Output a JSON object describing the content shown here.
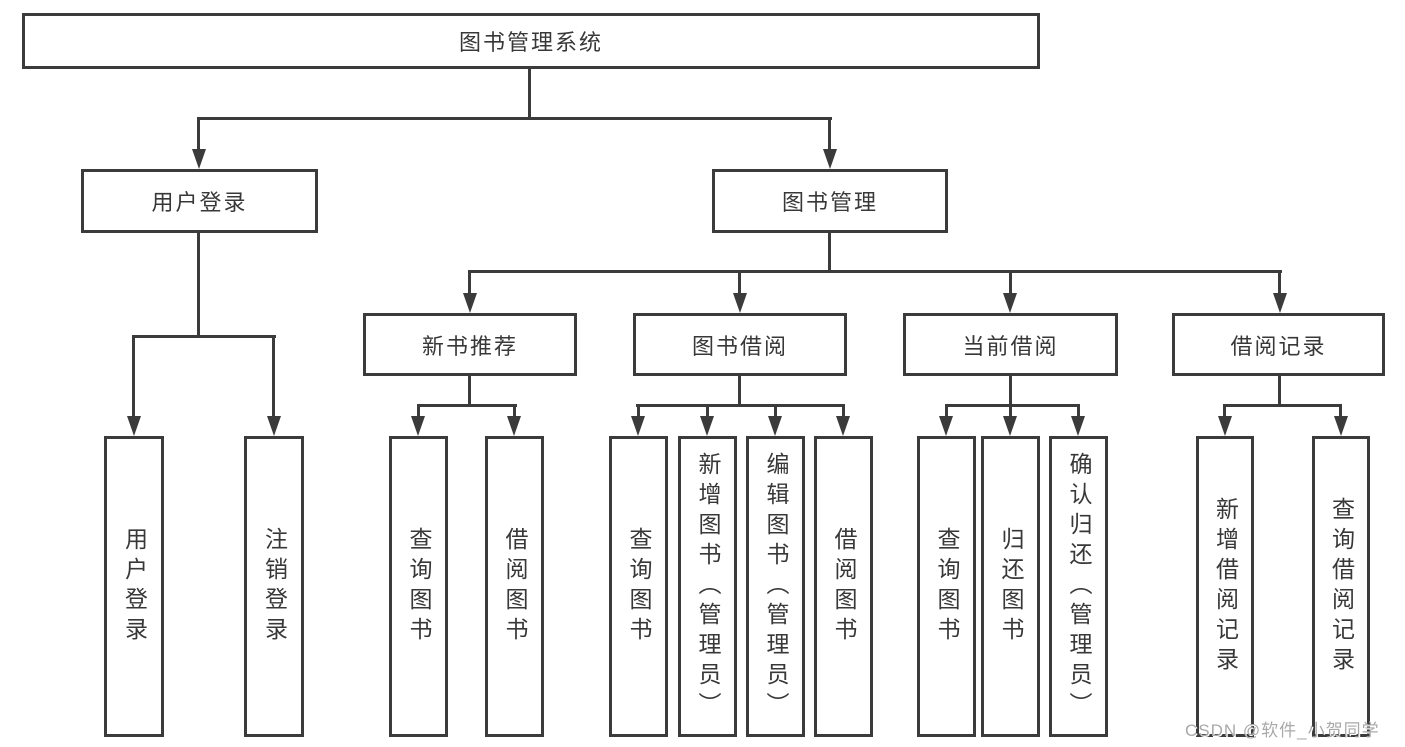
{
  "diagram_type": "hierarchy",
  "tree": {
    "label": "图书管理系统",
    "children": [
      {
        "label": "用户登录",
        "children": [
          {
            "label": "用户登录"
          },
          {
            "label": "注销登录"
          }
        ]
      },
      {
        "label": "图书管理",
        "children": [
          {
            "label": "新书推荐",
            "children": [
              {
                "label": "查询图书"
              },
              {
                "label": "借阅图书"
              }
            ]
          },
          {
            "label": "图书借阅",
            "children": [
              {
                "label": "查询图书"
              },
              {
                "label": "新增图书（管理员）"
              },
              {
                "label": "编辑图书（管理员）"
              },
              {
                "label": "借阅图书"
              }
            ]
          },
          {
            "label": "当前借阅",
            "children": [
              {
                "label": "查询图书"
              },
              {
                "label": "归还图书"
              },
              {
                "label": "确认归还（管理员）"
              }
            ]
          },
          {
            "label": "借阅记录",
            "children": [
              {
                "label": "新增借阅记录"
              },
              {
                "label": "查询借阅记录"
              }
            ]
          }
        ]
      }
    ]
  },
  "watermark": {
    "text": "CSDN @软件_小贺同学"
  },
  "colors": {
    "line": "#3b3b3b",
    "text": "#383838",
    "watermark": "#a9a9a9",
    "background": "#ffffff"
  }
}
